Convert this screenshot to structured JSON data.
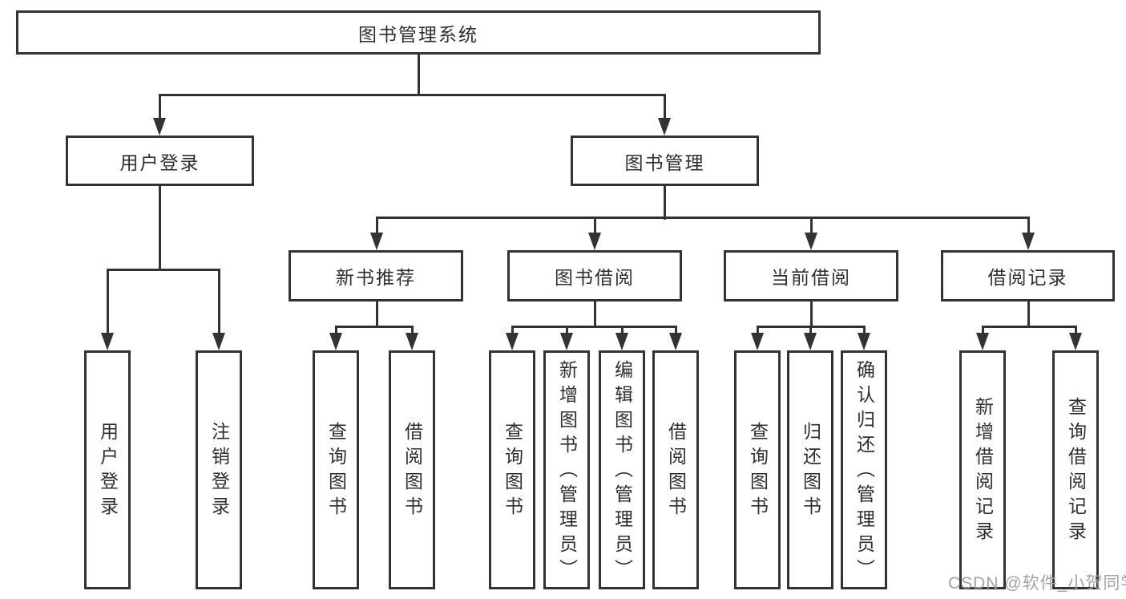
{
  "diagram": {
    "root": {
      "label": "图书管理系统"
    },
    "branches": [
      {
        "label": "用户登录",
        "children": [
          {
            "label": "用户登录"
          },
          {
            "label": "注销登录"
          }
        ]
      },
      {
        "label": "图书管理",
        "children": [
          {
            "label": "新书推荐",
            "children": [
              {
                "label": "查询图书"
              },
              {
                "label": "借阅图书"
              }
            ]
          },
          {
            "label": "图书借阅",
            "children": [
              {
                "label": "查询图书"
              },
              {
                "label": "新增图书（管理员）"
              },
              {
                "label": "编辑图书（管理员）"
              },
              {
                "label": "借阅图书"
              }
            ]
          },
          {
            "label": "当前借阅",
            "children": [
              {
                "label": "查询图书"
              },
              {
                "label": "归还图书"
              },
              {
                "label": "确认归还（管理员）"
              }
            ]
          },
          {
            "label": "借阅记录",
            "children": [
              {
                "label": "新增借阅记录"
              },
              {
                "label": "查询借阅记录"
              }
            ]
          }
        ]
      }
    ]
  },
  "watermark": {
    "text": "CSDN @软件_小贺同学"
  },
  "colors": {
    "line": "#333333",
    "text": "#2f2f2f",
    "box_background": "#ffffff",
    "watermark": "#a3a3a3"
  }
}
